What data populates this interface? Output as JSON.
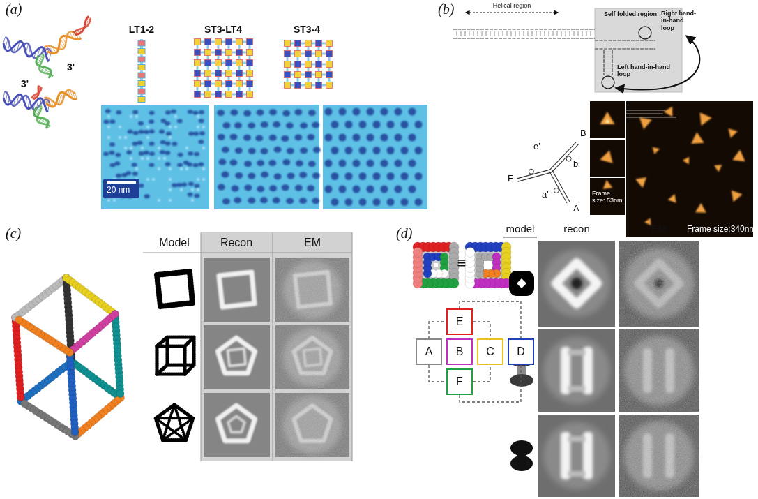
{
  "diagram": {
    "nodes": [
      {
        "text": [
          "E"
        ]
      },
      {
        "text": [
          "A"
        ]
      },
      {
        "text": [
          "B"
        ]
      },
      {
        "text": [
          "C"
        ]
      },
      {
        "text": [
          "D"
        ]
      },
      {
        "text": [
          "F"
        ]
      }
    ],
    "edges": [
      {
        "from": 1,
        "to": 0,
        "arrow": "none"
      },
      {
        "from": 1,
        "to": 5,
        "arrow": "none"
      },
      {
        "from": 0,
        "to": 3,
        "arrow": "none"
      },
      {
        "from": 5,
        "to": 3,
        "arrow": "none"
      },
      {
        "from": 0,
        "to": 4,
        "arrow": "none"
      },
      {
        "from": 5,
        "to": 4,
        "arrow": "none"
      }
    ],
    "labels": [
      "(a)",
      "3'",
      "3'",
      "LT1-2",
      "ST3-LT4",
      "ST3-4",
      "20 nm",
      "(b)",
      "Helical region",
      "Self folded region",
      "Right hand-in-hand loop",
      "Left hand-in-hand loop",
      "e'",
      "B",
      "b'",
      "E",
      "a'",
      "A",
      "Frame size: 53nm",
      "Frame size:340nm",
      "(c)",
      "Model",
      "Recon",
      "EM",
      "(d)",
      "model",
      "recon",
      "EM",
      "≡"
    ]
  }
}
